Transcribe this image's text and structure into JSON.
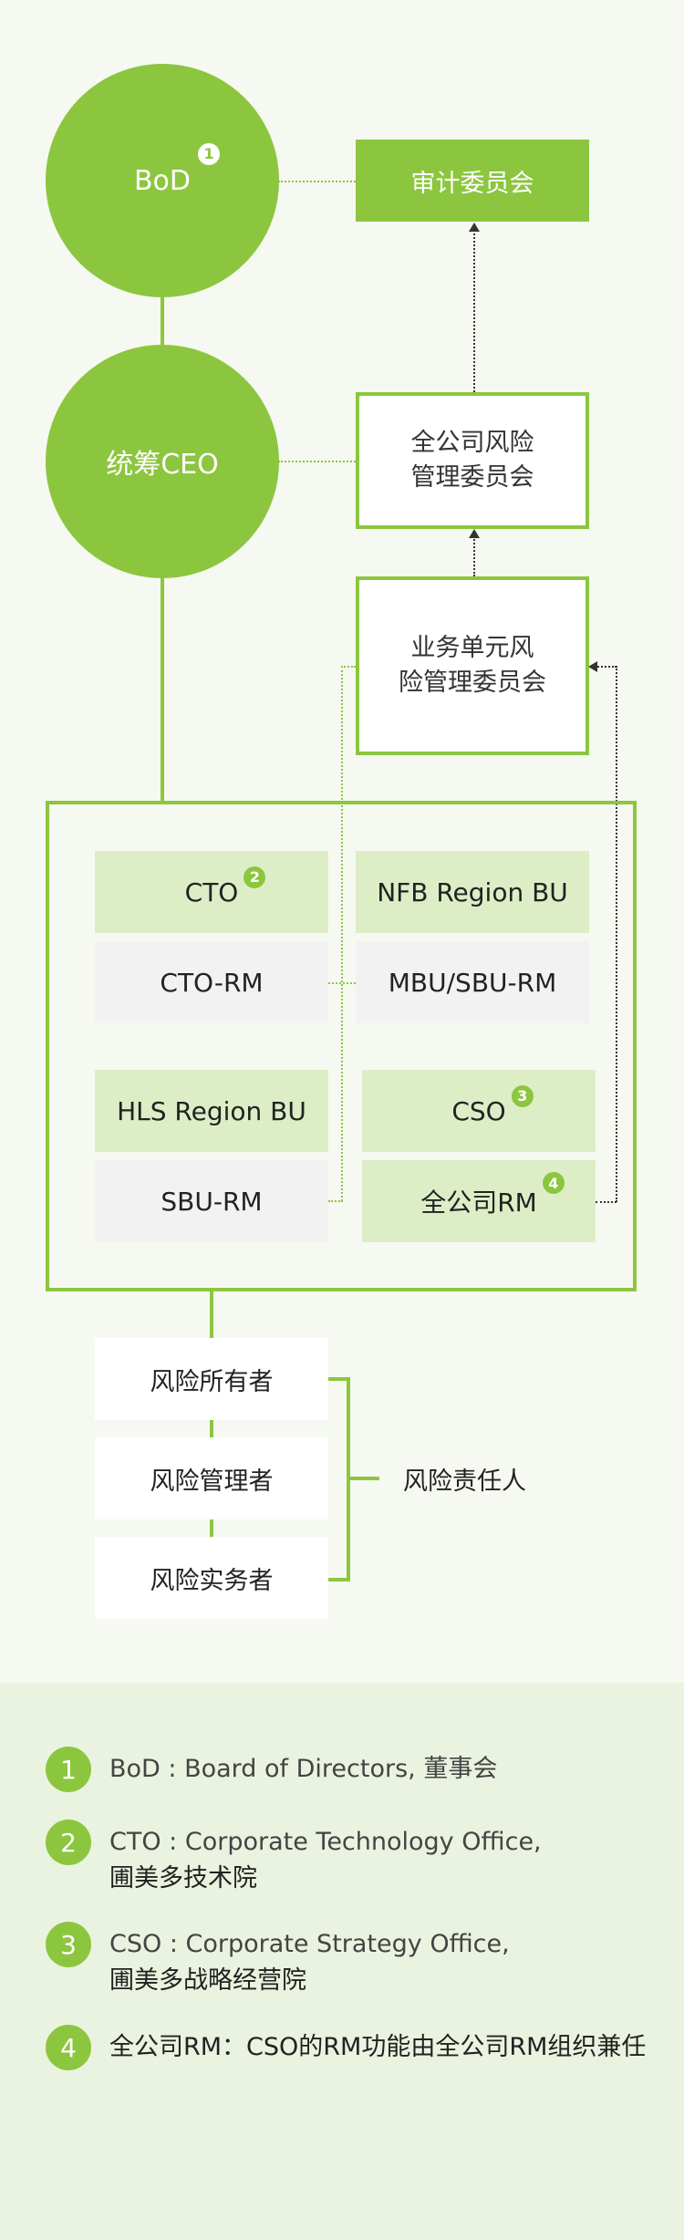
{
  "nodes": {
    "bod": "BoD",
    "bod_badge": "1",
    "ceo": "统筹CEO",
    "audit": "审计委员会",
    "company_risk_committee": [
      "全公司风险",
      "管理委员会"
    ],
    "bu_risk_committee": [
      "业务单元风",
      "险管理委员会"
    ]
  },
  "grid": {
    "cto": "CTO",
    "cto_badge": "2",
    "nfb": "NFB Region BU",
    "cto_rm": "CTO-RM",
    "mbu_rm": "MBU/SBU-RM",
    "hls": "HLS Region BU",
    "cso": "CSO",
    "cso_badge": "3",
    "sbu_rm": "SBU-RM",
    "company_rm": "全公司RM",
    "company_rm_badge": "4"
  },
  "risk": {
    "owner": "风险所有者",
    "manager": "风险管理者",
    "practitioner": "风险实务者",
    "responsible": "风险责任人"
  },
  "legend": [
    {
      "num": "1",
      "line1": "BoD : Board of Directors, 董事会",
      "line2": ""
    },
    {
      "num": "2",
      "line1": "CTO : Corporate Technology Office,",
      "line2": "圃美多技术院"
    },
    {
      "num": "3",
      "line1": "CSO : Corporate Strategy Office,",
      "line2": "圃美多战略经营院"
    },
    {
      "num": "4",
      "line1": "全公司RM：CSO的RM功能由全公司RM组织兼任",
      "line2": ""
    }
  ],
  "colors": {
    "accent": "#8cc63f",
    "light_green": "#ddeec6",
    "gray": "#f2f2f2",
    "legend_bg": "#eaf3df"
  }
}
